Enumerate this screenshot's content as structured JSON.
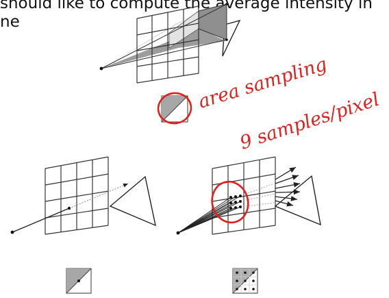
{
  "slide": {
    "header_text": "should like to compute the average intensity in\nne"
  },
  "annotations": {
    "handwritten_line1": "area sampling",
    "handwritten_line2": "9 samples/pixel",
    "ink_color": "#e0201b"
  },
  "colors": {
    "line": "#222222",
    "shade_light": "#d0d0d0",
    "shade_mid": "#a8a8a8",
    "shade_dark": "#7c7c7c"
  },
  "icons": [
    "eye-point",
    "pixel-grid",
    "triangle",
    "ray-arrow",
    "pixel-swatch",
    "sample-dot"
  ]
}
